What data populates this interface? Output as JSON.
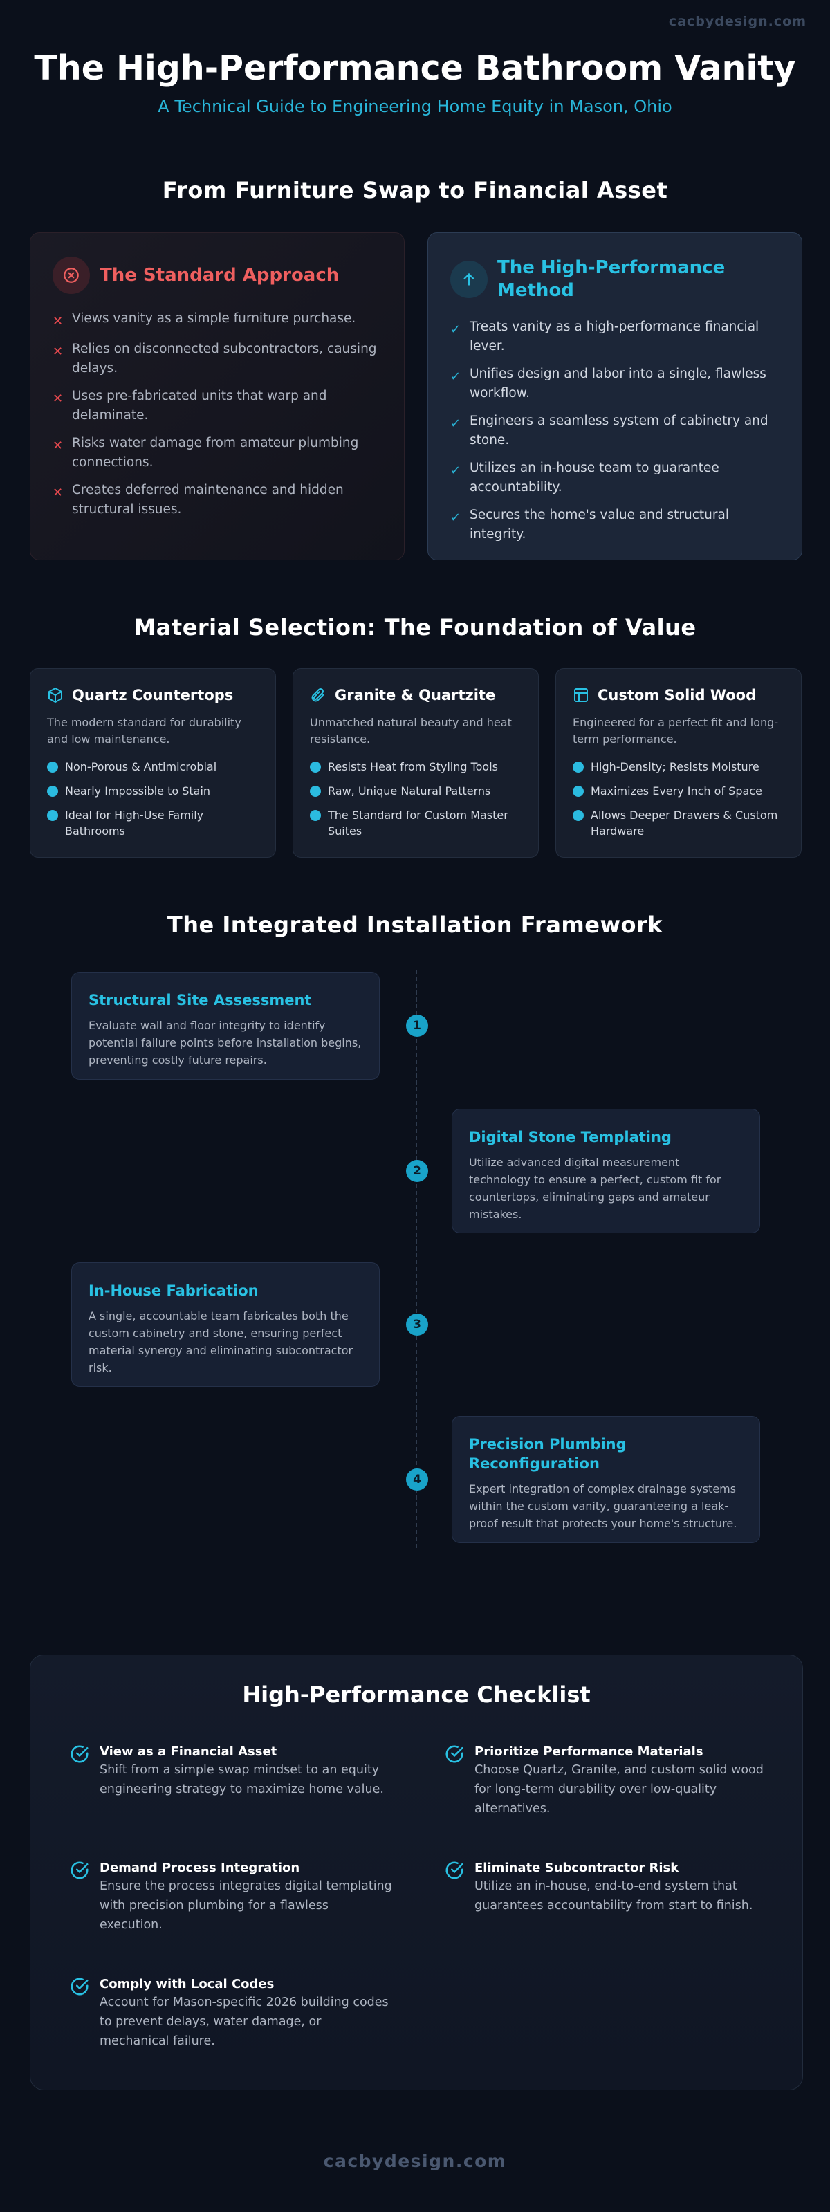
{
  "brand": "cacbydesign.com",
  "hero": {
    "title": "The High-Performance Bathroom Vanity",
    "subtitle": "A Technical Guide to Engineering Home Equity in Mason, Ohio"
  },
  "comparison": {
    "heading": "From Furniture Swap to Financial Asset",
    "standard": {
      "title": "The Standard Approach",
      "items": [
        "Views vanity as a simple furniture purchase.",
        "Relies on disconnected subcontractors, causing delays.",
        "Uses pre-fabricated units that warp and delaminate.",
        "Risks water damage from amateur plumbing connections.",
        "Creates deferred maintenance and hidden structural issues."
      ]
    },
    "high_performance": {
      "title": "The High-Performance Method",
      "items": [
        "Treats vanity as a high-performance financial lever.",
        "Unifies design and labor into a single, flawless workflow.",
        "Engineers a seamless system of cabinetry and stone.",
        "Utilizes an in-house team to guarantee accountability.",
        "Secures the home's value and structural integrity."
      ]
    }
  },
  "materials": {
    "heading": "Material Selection: The Foundation of Value",
    "cards": [
      {
        "icon": "cube-icon",
        "title": "Quartz Countertops",
        "desc": "The modern standard for durability and low maintenance.",
        "items": [
          "Non-Porous & Antimicrobial",
          "Nearly Impossible to Stain",
          "Ideal for High-Use Family Bathrooms"
        ]
      },
      {
        "icon": "paperclip-icon",
        "title": "Granite & Quartzite",
        "desc": "Unmatched natural beauty and heat resistance.",
        "items": [
          "Resists Heat from Styling Tools",
          "Raw, Unique Natural Patterns",
          "The Standard for Custom Master Suites"
        ]
      },
      {
        "icon": "layout-icon",
        "title": "Custom Solid Wood",
        "desc": "Engineered for a perfect fit and long-term performance.",
        "items": [
          "High-Density; Resists Moisture",
          "Maximizes Every Inch of Space",
          "Allows Deeper Drawers & Custom Hardware"
        ]
      }
    ]
  },
  "framework": {
    "heading": "The Integrated Installation Framework",
    "steps": [
      {
        "num": "1",
        "title": "Structural Site Assessment",
        "desc": "Evaluate wall and floor integrity to identify potential failure points before installation begins, preventing costly future repairs."
      },
      {
        "num": "2",
        "title": "Digital Stone Templating",
        "desc": "Utilize advanced digital measurement technology to ensure a perfect, custom fit for countertops, eliminating gaps and amateur mistakes."
      },
      {
        "num": "3",
        "title": "In-House Fabrication",
        "desc": "A single, accountable team fabricates both the custom cabinetry and stone, ensuring perfect material synergy and eliminating subcontractor risk."
      },
      {
        "num": "4",
        "title": "Precision Plumbing Reconfiguration",
        "desc": "Expert integration of complex drainage systems within the custom vanity, guaranteeing a leak-proof result that protects your home's structure."
      }
    ]
  },
  "checklist": {
    "heading": "High-Performance Checklist",
    "items": [
      {
        "title": "View as a Financial Asset",
        "body": "Shift from a simple swap mindset to an equity engineering strategy to maximize home value."
      },
      {
        "title": "Prioritize Performance Materials",
        "body": "Choose Quartz, Granite, and custom solid wood for long-term durability over low-quality alternatives."
      },
      {
        "title": "Demand Process Integration",
        "body": "Ensure the process integrates digital templating with precision plumbing for a flawless execution."
      },
      {
        "title": "Eliminate Subcontractor Risk",
        "body": "Utilize an in-house, end-to-end system that guarantees accountability from start to finish."
      },
      {
        "title": "Comply with Local Codes",
        "body": "Account for Mason-specific 2026 building codes to prevent delays, water damage, or mechanical failure."
      }
    ]
  },
  "colors": {
    "background": "#0b101b",
    "accent_cyan": "#29b6d9",
    "accent_red": "#ef5f5f"
  }
}
